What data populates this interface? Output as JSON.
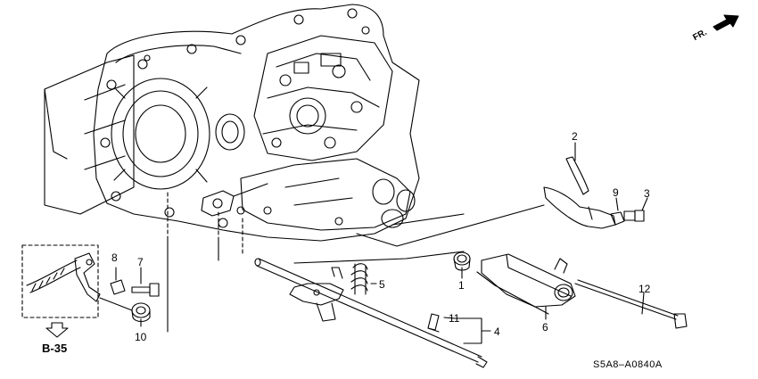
{
  "diagram": {
    "callouts": [
      {
        "id": "p1",
        "text": "1"
      },
      {
        "id": "p2",
        "text": "2"
      },
      {
        "id": "p3",
        "text": "3"
      },
      {
        "id": "p4",
        "text": "4"
      },
      {
        "id": "p5",
        "text": "5"
      },
      {
        "id": "p6",
        "text": "6"
      },
      {
        "id": "p7",
        "text": "7"
      },
      {
        "id": "p8",
        "text": "8"
      },
      {
        "id": "p9",
        "text": "9"
      },
      {
        "id": "p10",
        "text": "10"
      },
      {
        "id": "p11",
        "text": "11"
      },
      {
        "id": "p12",
        "text": "12"
      }
    ],
    "front_label": "FR.",
    "reference": "B-35",
    "diagram_code": "S5A8–A0840A"
  }
}
